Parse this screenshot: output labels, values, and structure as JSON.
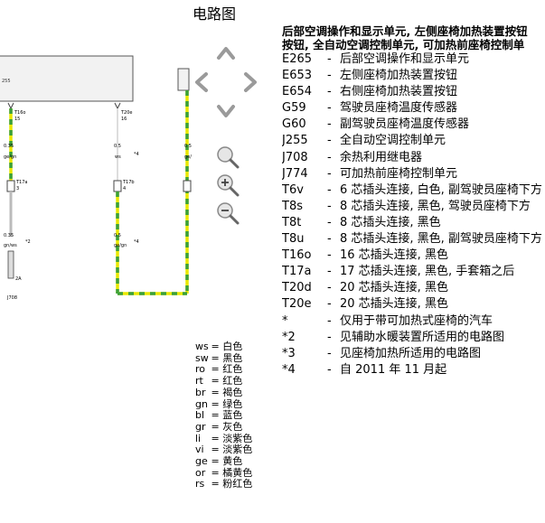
{
  "page_title": "电路图",
  "header_lines": [
    "后部空调操作和显示单元, 左侧座椅加热装置按钮",
    "按钮, 全自动空调控制单元, 可加热前座椅控制单"
  ],
  "components": [
    {
      "code": "E265",
      "desc": "后部空调操作和显示单元"
    },
    {
      "code": "E653",
      "desc": "左侧座椅加热装置按钮"
    },
    {
      "code": "E654",
      "desc": "右侧座椅加热装置按钮"
    },
    {
      "code": "G59",
      "desc": "驾驶员座椅温度传感器"
    },
    {
      "code": "G60",
      "desc": "副驾驶员座椅温度传感器"
    },
    {
      "code": "J255",
      "desc": "全自动空调控制单元"
    },
    {
      "code": "J708",
      "desc": "余热利用继电器"
    },
    {
      "code": "J774",
      "desc": "可加热前座椅控制单元"
    },
    {
      "code": "T6v",
      "desc": "6 芯插头连接, 白色, 副驾驶员座椅下方"
    },
    {
      "code": "T8s",
      "desc": "8 芯插头连接, 黑色, 驾驶员座椅下方"
    },
    {
      "code": "T8t",
      "desc": "8 芯插头连接, 黑色"
    },
    {
      "code": "T8u",
      "desc": "8 芯插头连接, 黑色, 副驾驶员座椅下方"
    },
    {
      "code": "T16o",
      "desc": "16 芯插头连接, 黑色"
    },
    {
      "code": "T17a",
      "desc": "17 芯插头连接, 黑色, 手套箱之后"
    },
    {
      "code": "T20d",
      "desc": "20 芯插头连接, 黑色"
    },
    {
      "code": "T20e",
      "desc": "20 芯插头连接, 黑色"
    },
    {
      "code": "*",
      "desc": "仅用于带可加热式座椅的汽车"
    },
    {
      "code": "*2",
      "desc": "见辅助水暖装置所适用的电路图"
    },
    {
      "code": "*3",
      "desc": "见座椅加热所适用的电路图"
    },
    {
      "code": "*4",
      "desc": "自 2011 年 11 月起"
    }
  ],
  "dash": "-",
  "wire_colors": [
    {
      "code": "ws",
      "name": "白色"
    },
    {
      "code": "sw",
      "name": "黑色"
    },
    {
      "code": "ro",
      "name": "红色"
    },
    {
      "code": "rt",
      "name": "红色"
    },
    {
      "code": "br",
      "name": "褐色"
    },
    {
      "code": "gn",
      "name": "绿色"
    },
    {
      "code": "bl",
      "name": "蓝色"
    },
    {
      "code": "gr",
      "name": "灰色"
    },
    {
      "code": "li",
      "name": "淡紫色"
    },
    {
      "code": "vi",
      "name": "淡紫色"
    },
    {
      "code": "ge",
      "name": "黄色"
    },
    {
      "code": "or",
      "name": "橘黄色"
    },
    {
      "code": "rs",
      "name": "粉红色"
    }
  ],
  "eq": "=",
  "diagram_labels": {
    "box_pin": "255",
    "t16o": "T16o",
    "t16o_pin": "15",
    "t20e": "T20e",
    "t20e_pin": "16",
    "w1a": "0.35",
    "w1b": "ge/gn",
    "w2a": "0.5",
    "w2b": "ws",
    "w3a": "0.5",
    "w3b": "ge/",
    "t17a": "T17a",
    "t17a_pin": "3",
    "t17b": "T17b",
    "t17b_pin": "4",
    "w4a": "0.35",
    "w4b": "gn/ws",
    "w5a": "0.5",
    "w5b": "ge/gn",
    "star2": "*2",
    "star4": "*4",
    "star_a": "*4",
    "fuse": "2A",
    "j708": "J708"
  },
  "icons": {
    "nav_up": "chevron-up-icon",
    "nav_down": "chevron-down-icon",
    "nav_left": "chevron-left-icon",
    "nav_right": "chevron-right-icon",
    "zoom_fit": "zoom-fit-icon",
    "zoom_in": "zoom-in-icon",
    "zoom_out": "zoom-out-icon"
  },
  "colors": {
    "wire_yellow": "#e8e800",
    "wire_green": "#3aa03a",
    "box_fill": "#f2f2f2",
    "nav_gray": "#9a9a9a"
  }
}
